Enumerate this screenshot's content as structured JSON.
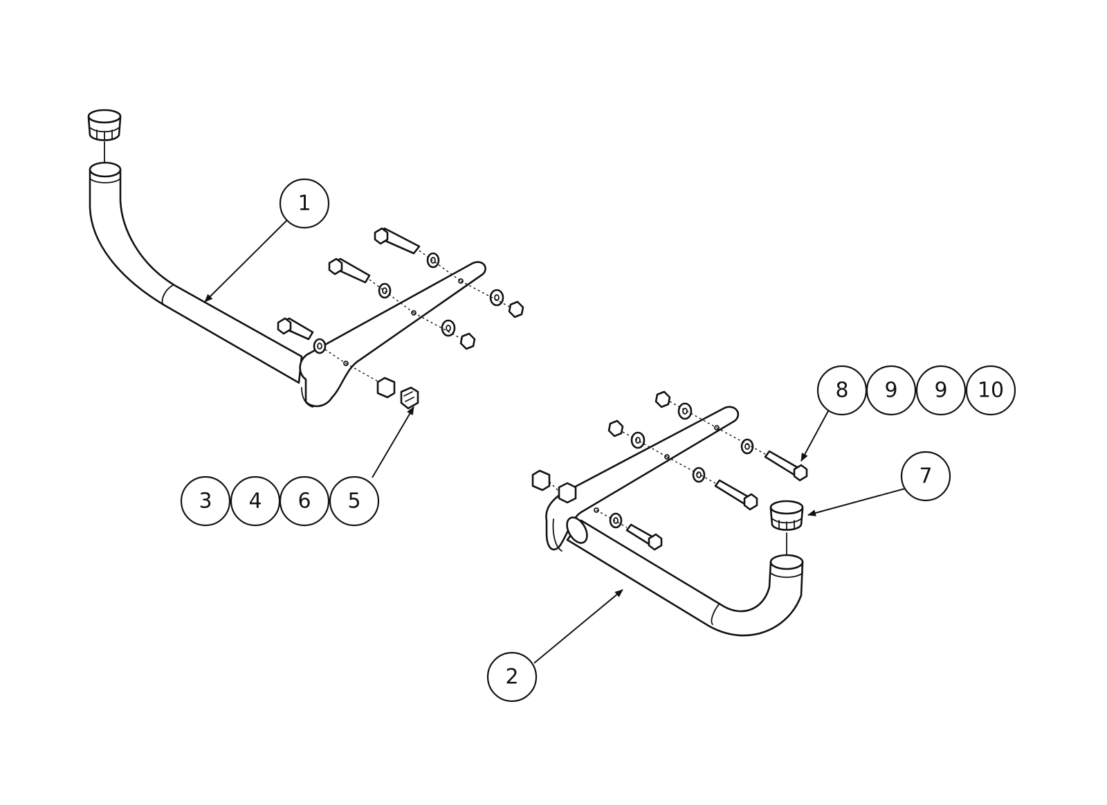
{
  "balloons": {
    "b1": "1",
    "b2": "2",
    "b3": "3",
    "b4": "4",
    "b6": "6",
    "b5": "5",
    "b7": "7",
    "b8": "8",
    "b9a": "9",
    "b9b": "9",
    "b10": "10"
  },
  "colors": {
    "line": "#111111",
    "background": "#ffffff"
  }
}
